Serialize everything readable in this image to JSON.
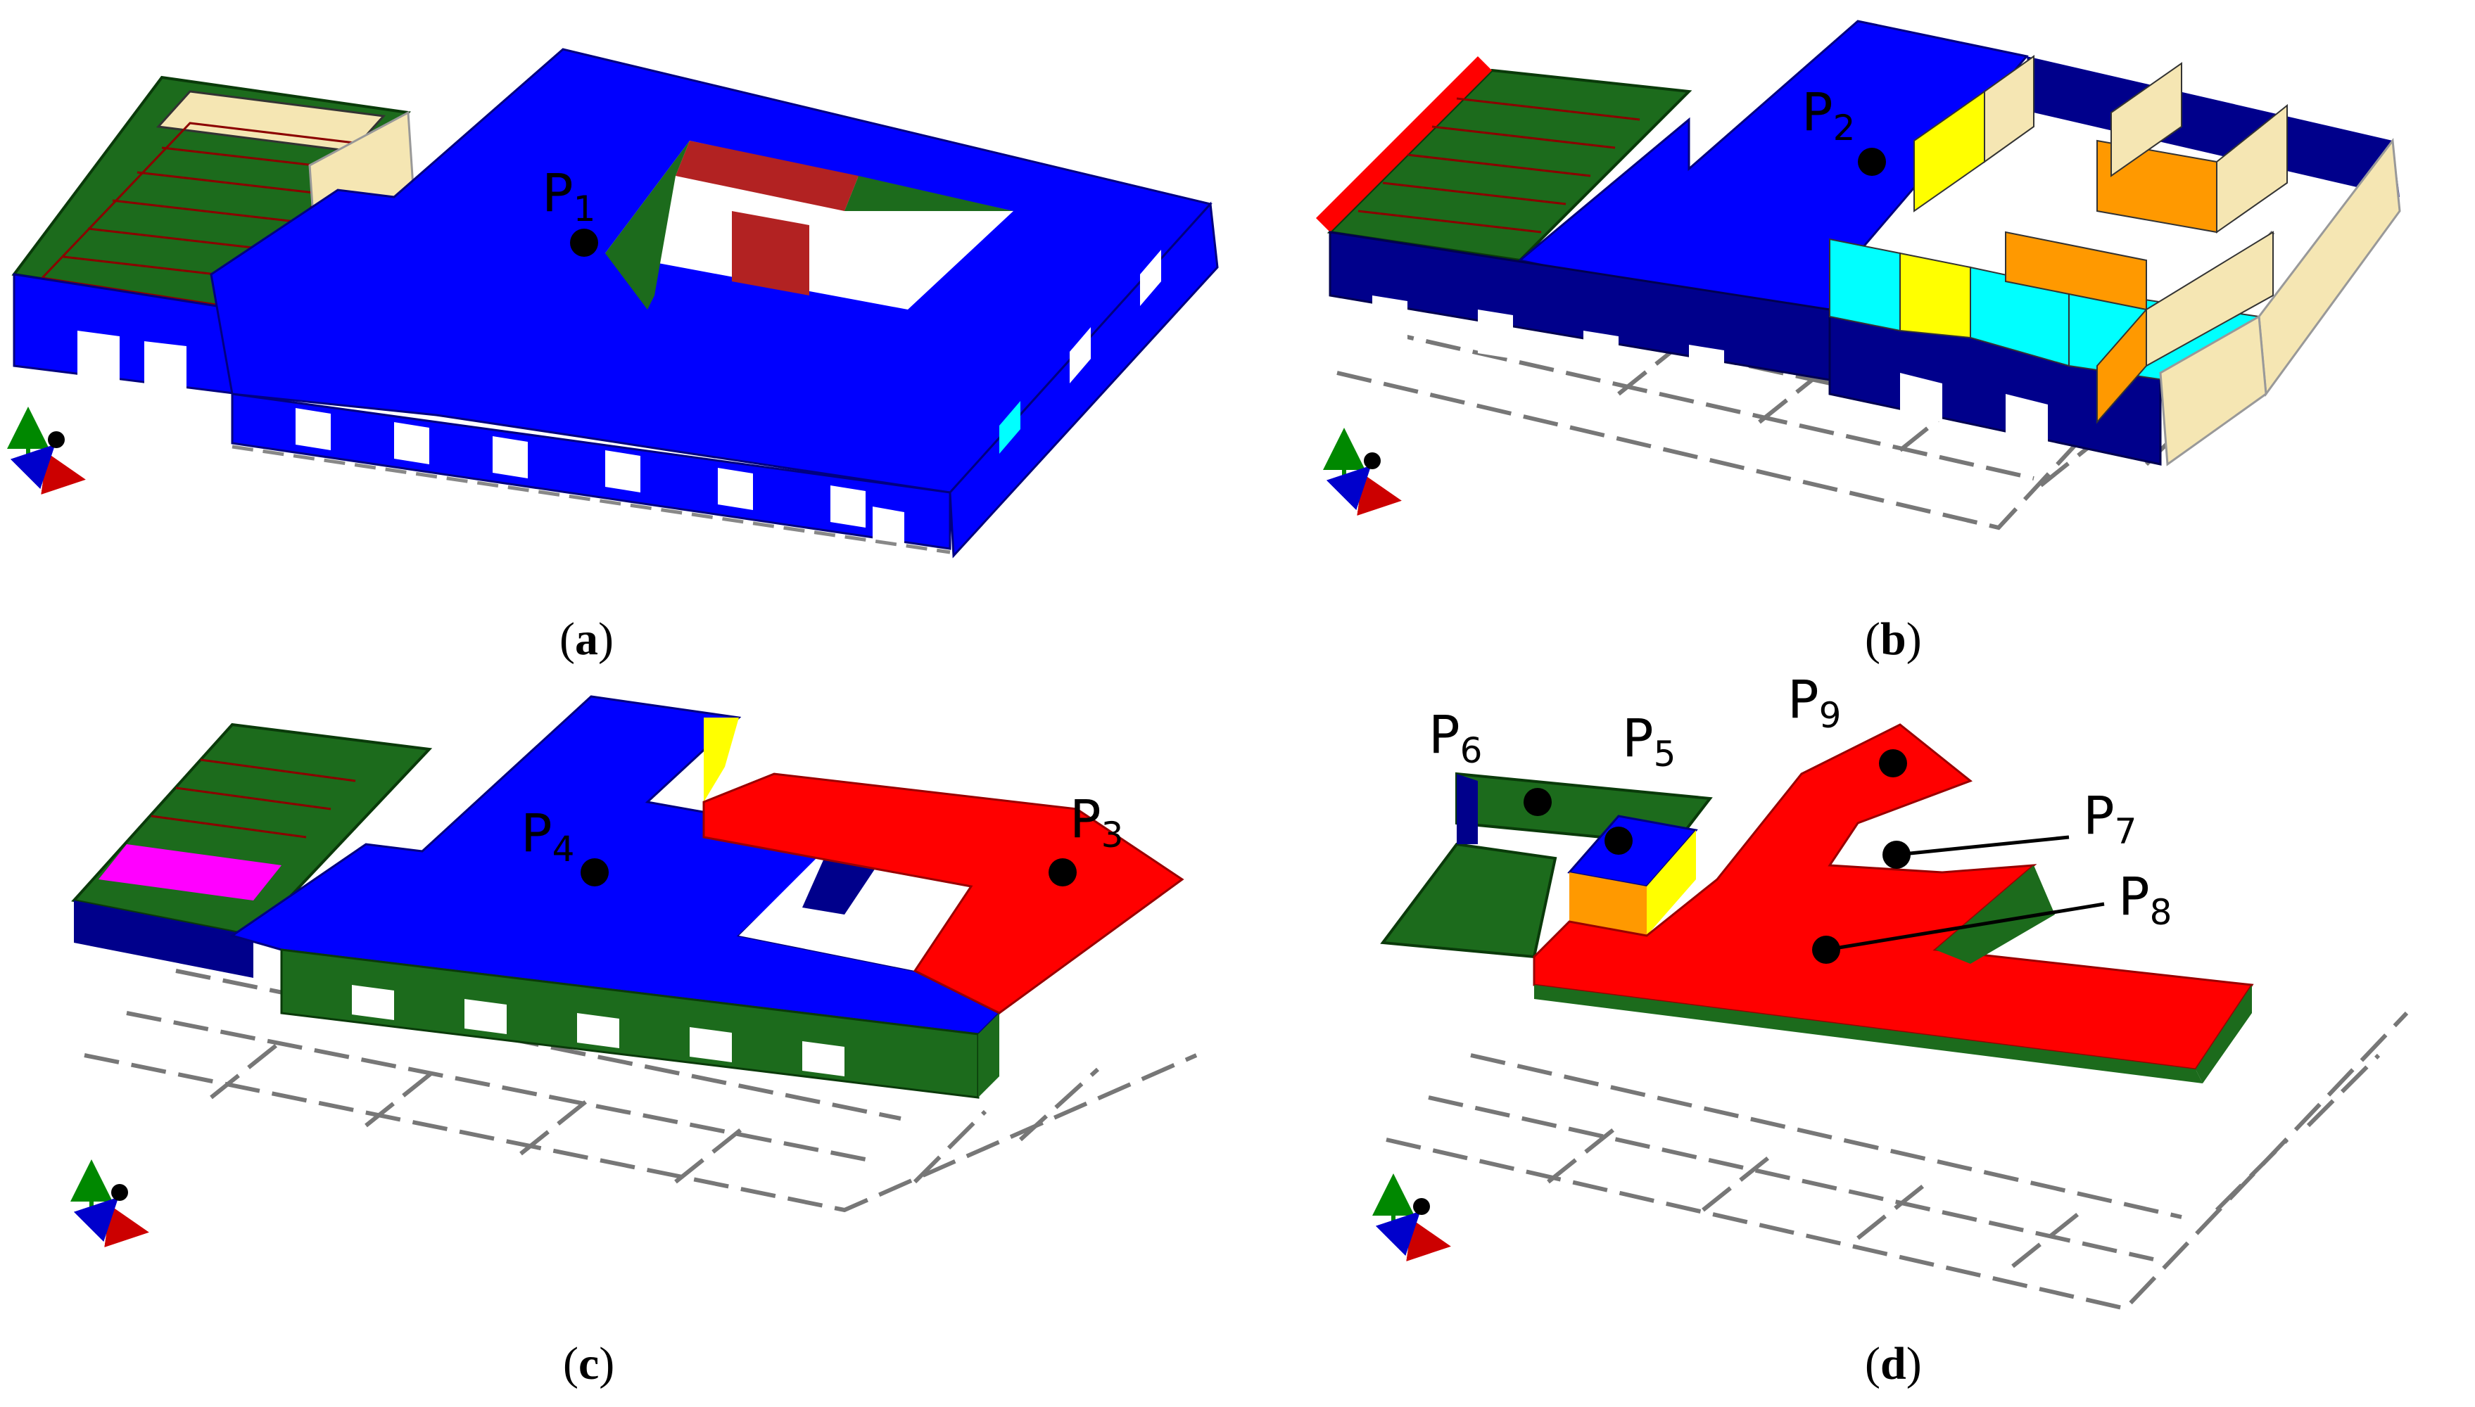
{
  "colors": {
    "wall_blue": "#0000ff",
    "wall_navy": "#00008b",
    "wall_green": "#1c6b1c",
    "slab_red": "#ff0000",
    "wall_darkred": "#b22222",
    "wall_cream": "#f5e6b3",
    "wall_yellow": "#ffff00",
    "wall_orange": "#ff9900",
    "wall_cyan": "#00ffff",
    "wall_magenta": "#ff00ff",
    "grey_lines": "#777777",
    "marker": "#000000"
  },
  "panels": [
    {
      "id": "a",
      "caption": {
        "open": "(",
        "letter": "a",
        "close": ")"
      },
      "axis_icon": "xyz-axis-icon",
      "markers": [
        {
          "main": "P",
          "sub": "1"
        }
      ]
    },
    {
      "id": "b",
      "caption": {
        "open": "(",
        "letter": "b",
        "close": ")"
      },
      "axis_icon": "xyz-axis-icon",
      "markers": [
        {
          "main": "P",
          "sub": "2"
        }
      ]
    },
    {
      "id": "c",
      "caption": {
        "open": "(",
        "letter": "c",
        "close": ")"
      },
      "axis_icon": "xyz-axis-icon",
      "markers": [
        {
          "main": "P",
          "sub": "4"
        },
        {
          "main": "P",
          "sub": "3"
        }
      ]
    },
    {
      "id": "d",
      "caption": {
        "open": "(",
        "letter": "d",
        "close": ")"
      },
      "axis_icon": "xyz-axis-icon",
      "markers": [
        {
          "main": "P",
          "sub": "6"
        },
        {
          "main": "P",
          "sub": "5"
        },
        {
          "main": "P",
          "sub": "9"
        },
        {
          "main": "P",
          "sub": "7"
        },
        {
          "main": "P",
          "sub": "8"
        }
      ]
    }
  ]
}
